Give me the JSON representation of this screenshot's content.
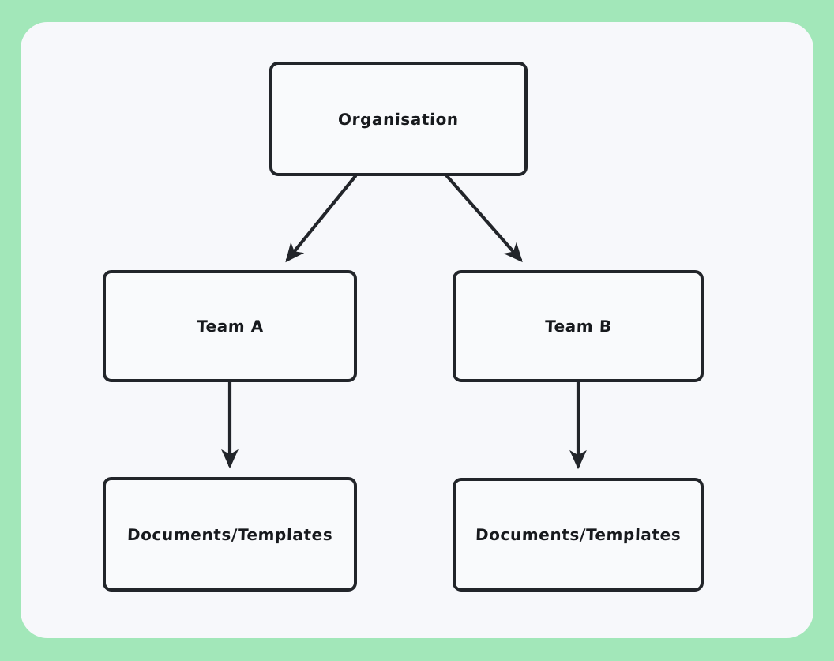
{
  "canvas": {
    "background_color": "#a2e7b9",
    "card_color": "#f7f8fb",
    "node_fill": "#f9fafc",
    "node_border_color": "#22252a",
    "text_color": "#17191d",
    "edge_color": "#22252a"
  },
  "diagram": {
    "type": "hierarchy-tree",
    "nodes": [
      {
        "id": "organisation",
        "label": "Organisation",
        "level": 0
      },
      {
        "id": "team-a",
        "label": "Team A",
        "level": 1
      },
      {
        "id": "team-b",
        "label": "Team B",
        "level": 1
      },
      {
        "id": "docs-a",
        "label": "Documents/Templates",
        "level": 2
      },
      {
        "id": "docs-b",
        "label": "Documents/Templates",
        "level": 2
      }
    ],
    "edges": [
      {
        "from": "organisation",
        "to": "team-a",
        "style": "diagonal-arrow"
      },
      {
        "from": "organisation",
        "to": "team-b",
        "style": "diagonal-arrow"
      },
      {
        "from": "team-a",
        "to": "docs-a",
        "style": "vertical-arrow"
      },
      {
        "from": "team-b",
        "to": "docs-b",
        "style": "vertical-arrow"
      }
    ]
  }
}
